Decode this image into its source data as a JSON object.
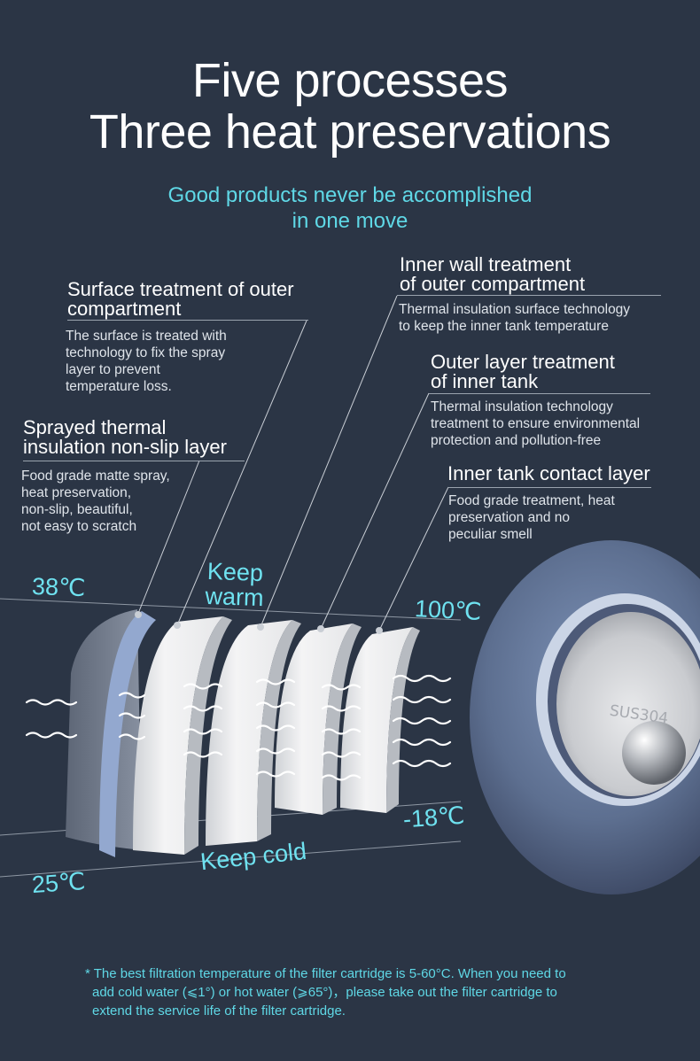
{
  "header": {
    "title_line1": "Five processes",
    "title_line2": "Three heat preservations",
    "subtitle_line1": "Good products never be accomplished",
    "subtitle_line2": "in one move"
  },
  "layers": [
    {
      "title_lines": [
        "Surface treatment of outer",
        "compartment"
      ],
      "desc_lines": [
        "The surface is treated with",
        "technology to fix the spray",
        "layer to prevent",
        "temperature loss."
      ]
    },
    {
      "title_lines": [
        "Sprayed thermal",
        "insulation non-slip layer"
      ],
      "desc_lines": [
        "Food grade matte spray,",
        "heat preservation,",
        "non-slip, beautiful,",
        "not easy to scratch"
      ]
    },
    {
      "title_lines": [
        "Inner wall treatment",
        "of outer compartment"
      ],
      "desc_lines": [
        "Thermal insulation surface technology",
        "to keep the inner tank temperature"
      ]
    },
    {
      "title_lines": [
        "Outer layer treatment",
        "of inner tank"
      ],
      "desc_lines": [
        "Thermal insulation technology",
        "treatment to ensure environmental",
        "protection and pollution-free"
      ]
    },
    {
      "title_lines": [
        "Inner tank contact layer"
      ],
      "desc_lines": [
        "Food grade treatment, heat",
        "preservation and no",
        "peculiar smell"
      ]
    }
  ],
  "temperatures": {
    "outer_hot": "38℃",
    "outer_cold": "25℃",
    "inner_hot": "100℃",
    "inner_cold": "-18℃",
    "keep_warm_line1": "Keep",
    "keep_warm_line2": "warm",
    "keep_cold": "Keep cold"
  },
  "cup": {
    "engraving": "SUS304"
  },
  "footnote": {
    "line1": "* The best filtration temperature of the filter cartridge is 5-60°C. When you need to",
    "line2": "add cold water (⩽1°) or hot water (⩾65°)，please take out the filter cartridge to",
    "line3": "extend the service life of the filter cartridge."
  },
  "colors": {
    "background": "#2b3545",
    "accent_cyan": "#5fd8e6",
    "layer_white": "#eeeeef",
    "spray_blue": "#8fa5cc",
    "outer_grey": "#6d7788"
  },
  "icons": [
    "heat-wave-icon"
  ]
}
